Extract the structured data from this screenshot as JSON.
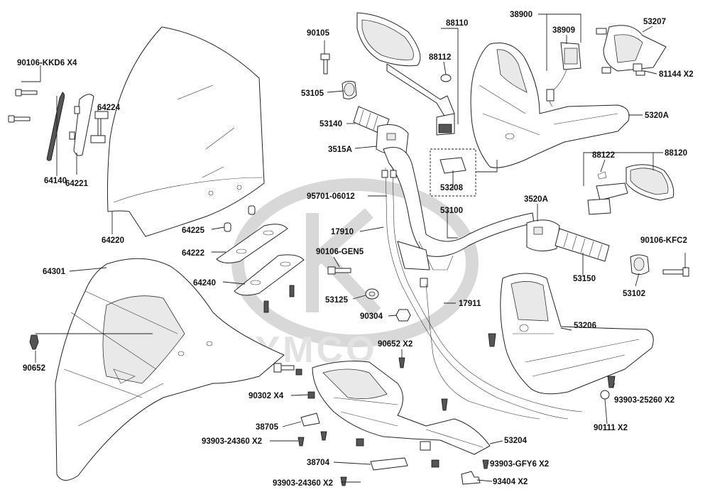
{
  "watermark": {
    "brand": "KYMCO"
  },
  "parts": [
    {
      "id": "p-90106-KKD6",
      "number": "90106-KKD6",
      "qty": "X4"
    },
    {
      "id": "p-64140",
      "number": "64140",
      "qty": ""
    },
    {
      "id": "p-64221",
      "number": "64221",
      "qty": ""
    },
    {
      "id": "p-64224",
      "number": "64224",
      "qty": ""
    },
    {
      "id": "p-64220",
      "number": "64220",
      "qty": ""
    },
    {
      "id": "p-64225",
      "number": "64225",
      "qty": ""
    },
    {
      "id": "p-64222",
      "number": "64222",
      "qty": ""
    },
    {
      "id": "p-64240",
      "number": "64240",
      "qty": ""
    },
    {
      "id": "p-64301",
      "number": "64301",
      "qty": ""
    },
    {
      "id": "p-90652a",
      "number": "90652",
      "qty": ""
    },
    {
      "id": "p-90105",
      "number": "90105",
      "qty": ""
    },
    {
      "id": "p-53105",
      "number": "53105",
      "qty": ""
    },
    {
      "id": "p-53140",
      "number": "53140",
      "qty": ""
    },
    {
      "id": "p-3515A",
      "number": "3515A",
      "qty": ""
    },
    {
      "id": "p-95701",
      "number": "95701-06012",
      "qty": ""
    },
    {
      "id": "p-17910",
      "number": "17910",
      "qty": ""
    },
    {
      "id": "p-90106-GEN5",
      "number": "90106-GEN5",
      "qty": ""
    },
    {
      "id": "p-53125",
      "number": "53125",
      "qty": ""
    },
    {
      "id": "p-90304",
      "number": "90304",
      "qty": ""
    },
    {
      "id": "p-90652b",
      "number": "90652",
      "qty": "X2"
    },
    {
      "id": "p-90302",
      "number": "90302",
      "qty": "X4"
    },
    {
      "id": "p-38705",
      "number": "38705",
      "qty": ""
    },
    {
      "id": "p-93903-24360a",
      "number": "93903-24360",
      "qty": "X2"
    },
    {
      "id": "p-38704",
      "number": "38704",
      "qty": ""
    },
    {
      "id": "p-93903-24360b",
      "number": "93903-24360",
      "qty": "X2"
    },
    {
      "id": "p-88110",
      "number": "88110",
      "qty": ""
    },
    {
      "id": "p-88112",
      "number": "88112",
      "qty": ""
    },
    {
      "id": "p-38900",
      "number": "38900",
      "qty": ""
    },
    {
      "id": "p-38909",
      "number": "38909",
      "qty": ""
    },
    {
      "id": "p-53207",
      "number": "53207",
      "qty": ""
    },
    {
      "id": "p-81144",
      "number": "81144",
      "qty": "X2"
    },
    {
      "id": "p-5320A",
      "number": "5320A",
      "qty": ""
    },
    {
      "id": "p-88122",
      "number": "88122",
      "qty": ""
    },
    {
      "id": "p-88120",
      "number": "88120",
      "qty": ""
    },
    {
      "id": "p-53208",
      "number": "53208",
      "qty": ""
    },
    {
      "id": "p-53100",
      "number": "53100",
      "qty": ""
    },
    {
      "id": "p-3520A",
      "number": "3520A",
      "qty": ""
    },
    {
      "id": "p-90106-KFC2",
      "number": "90106-KFC2",
      "qty": ""
    },
    {
      "id": "p-53150",
      "number": "53150",
      "qty": ""
    },
    {
      "id": "p-53102",
      "number": "53102",
      "qty": ""
    },
    {
      "id": "p-17911",
      "number": "17911",
      "qty": ""
    },
    {
      "id": "p-53206",
      "number": "53206",
      "qty": ""
    },
    {
      "id": "p-93903-25260",
      "number": "93903-25260",
      "qty": "X2"
    },
    {
      "id": "p-90111",
      "number": "90111",
      "qty": "X2"
    },
    {
      "id": "p-53204",
      "number": "53204",
      "qty": ""
    },
    {
      "id": "p-93903-GFY6",
      "number": "93903-GFY6",
      "qty": "X2"
    },
    {
      "id": "p-93404",
      "number": "93404",
      "qty": "X2"
    }
  ]
}
